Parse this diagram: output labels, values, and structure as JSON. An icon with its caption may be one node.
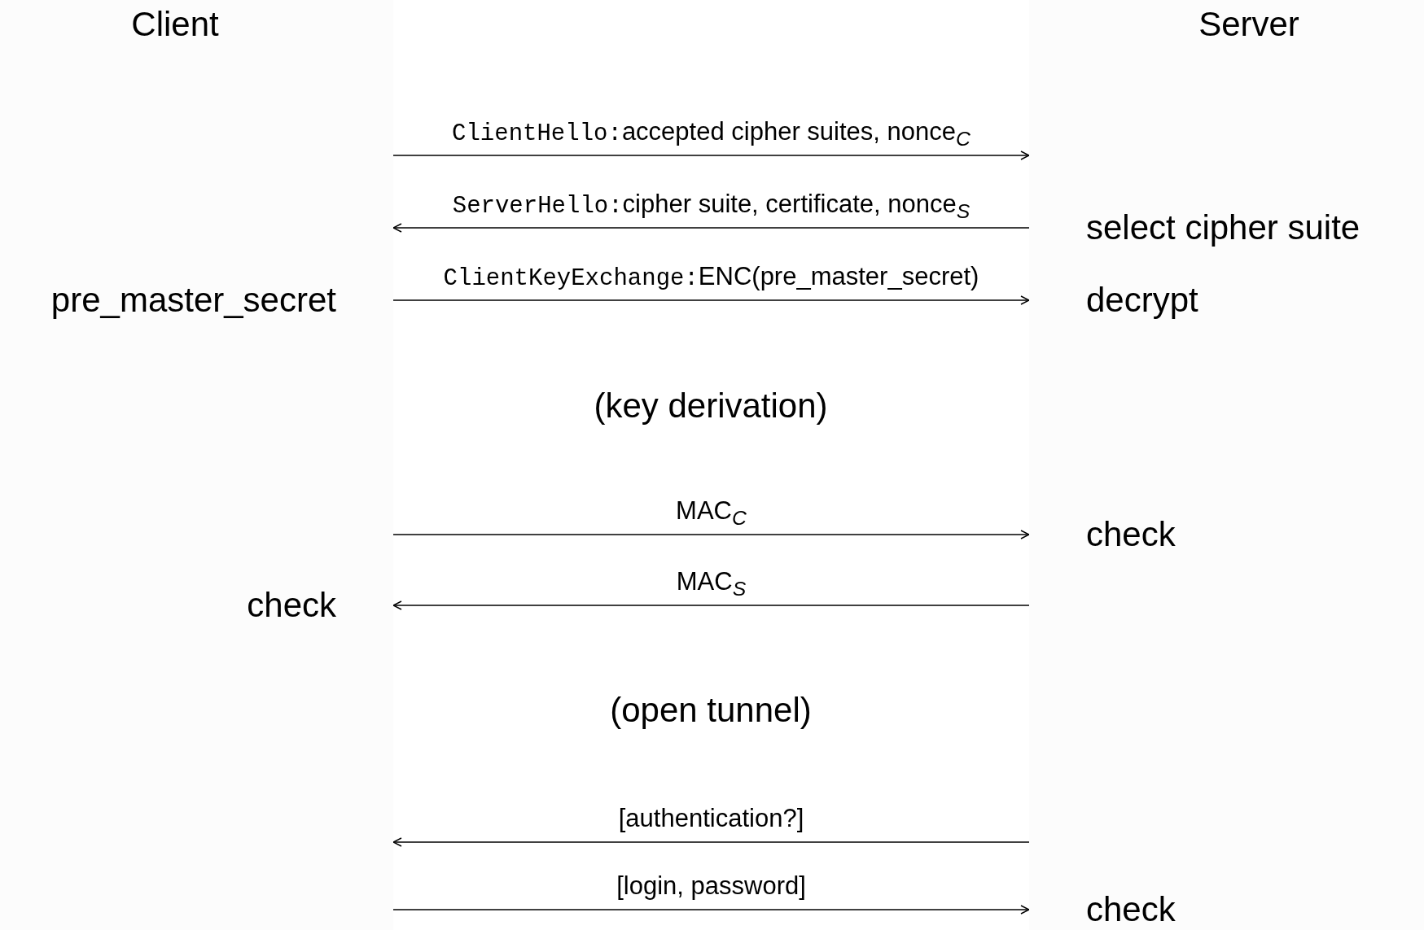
{
  "diagram": {
    "nodes": [
      {
        "text": [
          "Client"
        ]
      },
      {
        "text": [
          "Server"
        ]
      },
      {
        "text": [
          "select cipher suite"
        ],
        "in": 1
      },
      {
        "text": [
          "pre_master_secret"
        ],
        "in": 0
      },
      {
        "text": [
          "decrypt"
        ],
        "in": 1
      },
      {
        "text": [
          "check"
        ],
        "in": 1
      },
      {
        "text": [
          "check"
        ],
        "in": 0
      },
      {
        "text": [
          "check"
        ],
        "in": 1
      }
    ],
    "edges": [
      {
        "from": 0,
        "to": 1,
        "arrow": "to",
        "label": "ClientHello:accepted cipher suites, nonce$_{C}$"
      },
      {
        "from": 2,
        "to": 0,
        "arrow": "to",
        "label": "ServerHello:cipher suite, certificate, nonce$_{S}$"
      },
      {
        "from": 3,
        "to": 4,
        "arrow": "to",
        "label": "ClientKeyExchange:ENC(pre_master_secret)"
      },
      {
        "from": 0,
        "to": 5,
        "arrow": "to",
        "label": "MAC$_{C}$"
      },
      {
        "from": 1,
        "to": 6,
        "arrow": "to",
        "label": "MAC$_{S}$"
      },
      {
        "from": 1,
        "to": 0,
        "arrow": "to",
        "label": "[authentication?]"
      },
      {
        "from": 0,
        "to": 7,
        "arrow": "to",
        "label": "[login, password]"
      }
    ],
    "labels": [
      "(key derivation)",
      "(open tunnel)"
    ]
  }
}
